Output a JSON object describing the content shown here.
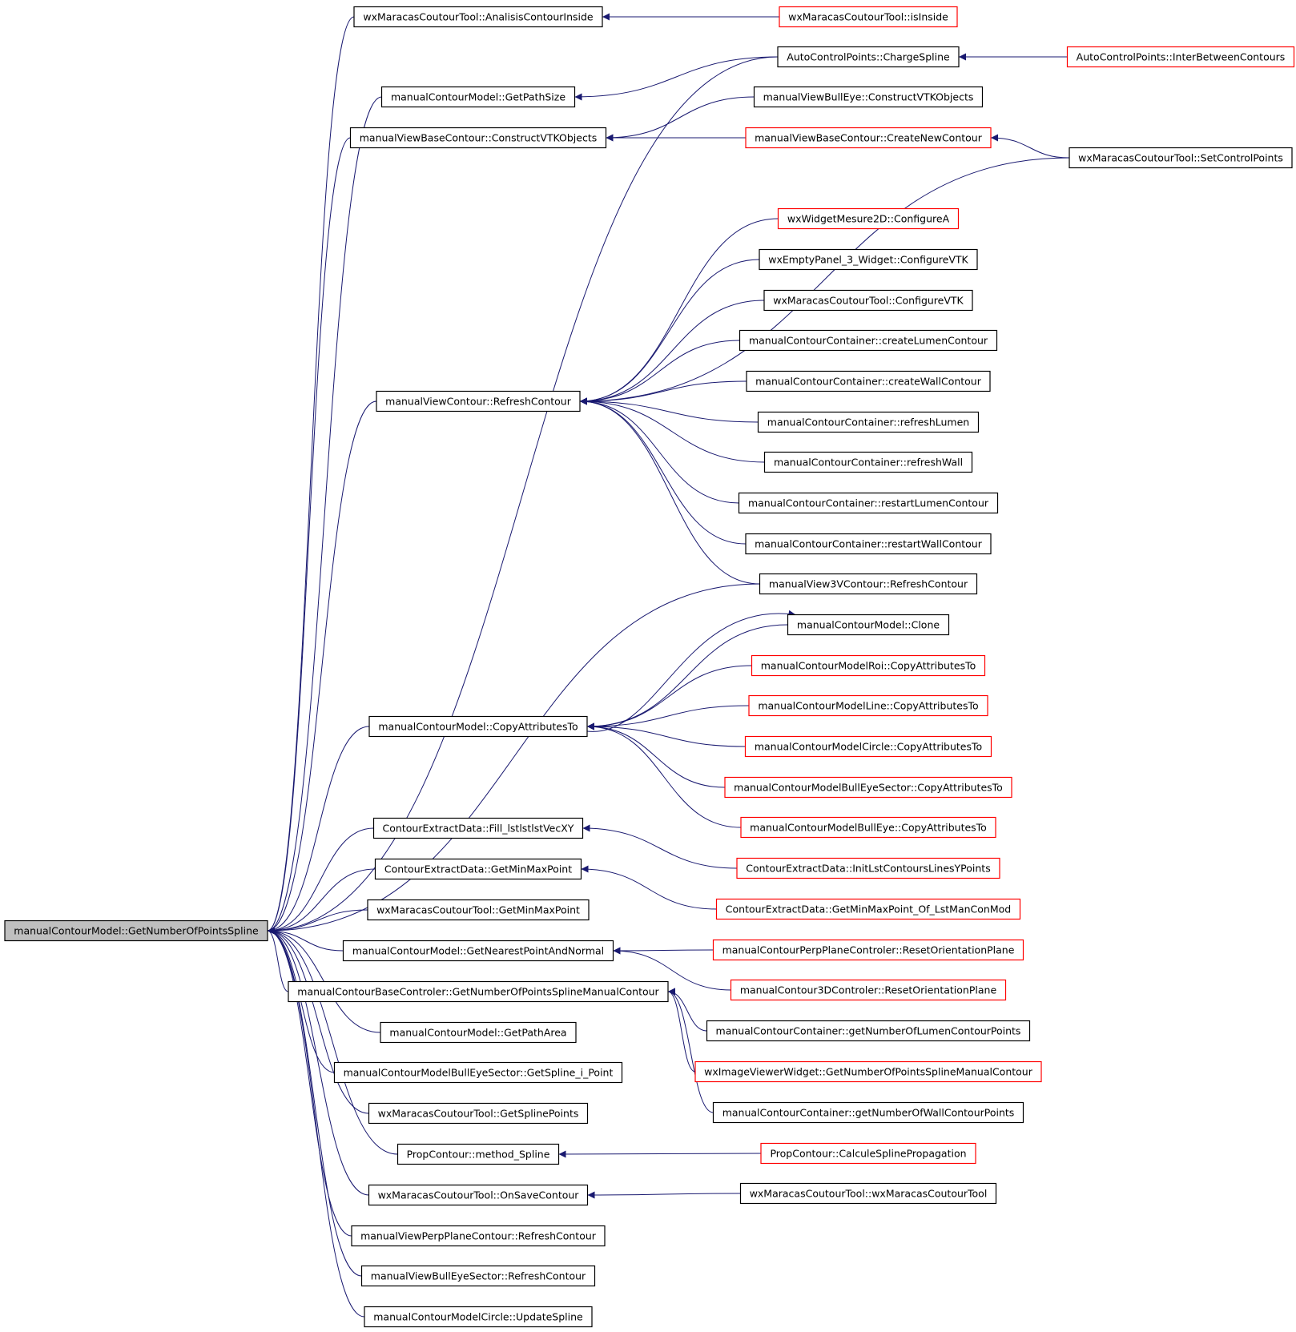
{
  "colors": {
    "edge": "#191970",
    "node_border": "#000000",
    "node_border_undocumented": "#ff0000",
    "root_fill": "#bfbfbf",
    "node_fill": "#ffffff"
  },
  "nodes": [
    {
      "id": "root",
      "label": "manualContourModel::GetNumberOfPointsSpline",
      "border": "black",
      "root": true
    },
    {
      "id": "c1",
      "label": "wxMaracasCoutourTool::AnalisisContourInside",
      "border": "black"
    },
    {
      "id": "c2",
      "label": "manualContourModel::GetPathSize",
      "border": "black"
    },
    {
      "id": "c3",
      "label": "manualViewBaseContour::ConstructVTKObjects",
      "border": "black"
    },
    {
      "id": "c4",
      "label": "manualViewContour::RefreshContour",
      "border": "black"
    },
    {
      "id": "c5",
      "label": "manualContourModel::CopyAttributesTo",
      "border": "black"
    },
    {
      "id": "c6",
      "label": "ContourExtractData::Fill_lstlstlstVecXY",
      "border": "black"
    },
    {
      "id": "c7",
      "label": "ContourExtractData::GetMinMaxPoint",
      "border": "black"
    },
    {
      "id": "c8",
      "label": "wxMaracasCoutourTool::GetMinMaxPoint",
      "border": "black"
    },
    {
      "id": "c9",
      "label": "manualContourModel::GetNearestPointAndNormal",
      "border": "black"
    },
    {
      "id": "c10",
      "label": "manualContourBaseControler::GetNumberOfPointsSplineManualContour",
      "border": "black"
    },
    {
      "id": "c11",
      "label": "manualContourModel::GetPathArea",
      "border": "black"
    },
    {
      "id": "c12",
      "label": "manualContourModelBullEyeSector::GetSpline_i_Point",
      "border": "black"
    },
    {
      "id": "c13",
      "label": "wxMaracasCoutourTool::GetSplinePoints",
      "border": "black"
    },
    {
      "id": "c14",
      "label": "PropContour::method_Spline",
      "border": "black"
    },
    {
      "id": "c15",
      "label": "wxMaracasCoutourTool::OnSaveContour",
      "border": "black"
    },
    {
      "id": "c16",
      "label": "manualViewPerpPlaneContour::RefreshContour",
      "border": "black"
    },
    {
      "id": "c17",
      "label": "manualViewBullEyeSector::RefreshContour",
      "border": "black"
    },
    {
      "id": "c18",
      "label": "manualContourModelCircle::UpdateSpline",
      "border": "black"
    },
    {
      "id": "d1",
      "label": "wxMaracasCoutourTool::isInside",
      "border": "red"
    },
    {
      "id": "d2",
      "label": "AutoControlPoints::ChargeSpline",
      "border": "black"
    },
    {
      "id": "d3",
      "label": "manualViewBullEye::ConstructVTKObjects",
      "border": "black"
    },
    {
      "id": "d4",
      "label": "manualViewBaseContour::CreateNewContour",
      "border": "red"
    },
    {
      "id": "d5",
      "label": "wxWidgetMesure2D::ConfigureA",
      "border": "red"
    },
    {
      "id": "d6",
      "label": "wxEmptyPanel_3_Widget::ConfigureVTK",
      "border": "black"
    },
    {
      "id": "d7",
      "label": "wxMaracasCoutourTool::ConfigureVTK",
      "border": "black"
    },
    {
      "id": "d8",
      "label": "manualContourContainer::createLumenContour",
      "border": "black"
    },
    {
      "id": "d9",
      "label": "manualContourContainer::createWallContour",
      "border": "black"
    },
    {
      "id": "d10",
      "label": "manualContourContainer::refreshLumen",
      "border": "black"
    },
    {
      "id": "d11",
      "label": "manualContourContainer::refreshWall",
      "border": "black"
    },
    {
      "id": "d12",
      "label": "manualContourContainer::restartLumenContour",
      "border": "black"
    },
    {
      "id": "d13",
      "label": "manualContourContainer::restartWallContour",
      "border": "black"
    },
    {
      "id": "d14",
      "label": "manualView3VContour::RefreshContour",
      "border": "black"
    },
    {
      "id": "d15",
      "label": "manualContourModel::Clone",
      "border": "black"
    },
    {
      "id": "d16",
      "label": "manualContourModelRoi::CopyAttributesTo",
      "border": "red"
    },
    {
      "id": "d17",
      "label": "manualContourModelLine::CopyAttributesTo",
      "border": "red"
    },
    {
      "id": "d18",
      "label": "manualContourModelCircle::CopyAttributesTo",
      "border": "red"
    },
    {
      "id": "d19",
      "label": "manualContourModelBullEyeSector::CopyAttributesTo",
      "border": "red"
    },
    {
      "id": "d20",
      "label": "manualContourModelBullEye::CopyAttributesTo",
      "border": "red"
    },
    {
      "id": "d21",
      "label": "ContourExtractData::InitLstContoursLinesYPoints",
      "border": "red"
    },
    {
      "id": "d22",
      "label": "ContourExtractData::GetMinMaxPoint_Of_LstManConMod",
      "border": "red"
    },
    {
      "id": "d23",
      "label": "manualContourPerpPlaneControler::ResetOrientationPlane",
      "border": "red"
    },
    {
      "id": "d24",
      "label": "manualContour3DControler::ResetOrientationPlane",
      "border": "red"
    },
    {
      "id": "d25",
      "label": "manualContourContainer::getNumberOfLumenContourPoints",
      "border": "black"
    },
    {
      "id": "d26",
      "label": "wxImageViewerWidget::GetNumberOfPointsSplineManualContour",
      "border": "red"
    },
    {
      "id": "d27",
      "label": "manualContourContainer::getNumberOfWallContourPoints",
      "border": "black"
    },
    {
      "id": "d28",
      "label": "PropContour::CalculeSplinePropagation",
      "border": "red"
    },
    {
      "id": "d29",
      "label": "wxMaracasCoutourTool::wxMaracasCoutourTool",
      "border": "black"
    },
    {
      "id": "e1",
      "label": "AutoControlPoints::InterBetweenContours",
      "border": "red"
    },
    {
      "id": "e2",
      "label": "wxMaracasCoutourTool::SetControlPoints",
      "border": "black"
    }
  ],
  "edges": [
    [
      "c1",
      "root"
    ],
    [
      "d2",
      "root"
    ],
    [
      "c2",
      "root"
    ],
    [
      "c3",
      "root"
    ],
    [
      "c4",
      "root"
    ],
    [
      "d14",
      "root"
    ],
    [
      "c5",
      "root"
    ],
    [
      "c6",
      "root"
    ],
    [
      "c7",
      "root"
    ],
    [
      "c8",
      "root"
    ],
    [
      "c9",
      "root"
    ],
    [
      "c10",
      "root"
    ],
    [
      "c11",
      "root"
    ],
    [
      "c12",
      "root"
    ],
    [
      "c13",
      "root"
    ],
    [
      "c14",
      "root"
    ],
    [
      "c15",
      "root"
    ],
    [
      "c16",
      "root"
    ],
    [
      "c17",
      "root"
    ],
    [
      "c18",
      "root"
    ],
    [
      "d1",
      "c1"
    ],
    [
      "d2",
      "c2"
    ],
    [
      "d3",
      "c3"
    ],
    [
      "d4",
      "c3"
    ],
    [
      "e2",
      "c4"
    ],
    [
      "d5",
      "c4"
    ],
    [
      "d6",
      "c4"
    ],
    [
      "d7",
      "c4"
    ],
    [
      "d8",
      "c4"
    ],
    [
      "d9",
      "c4"
    ],
    [
      "d10",
      "c4"
    ],
    [
      "d11",
      "c4"
    ],
    [
      "d12",
      "c4"
    ],
    [
      "d13",
      "c4"
    ],
    [
      "d14",
      "c4"
    ],
    [
      "d15",
      "c5"
    ],
    [
      "d16",
      "c5"
    ],
    [
      "d17",
      "c5"
    ],
    [
      "d18",
      "c5"
    ],
    [
      "d19",
      "c5"
    ],
    [
      "d20",
      "c5"
    ],
    [
      "c5",
      "d15"
    ],
    [
      "d21",
      "c6"
    ],
    [
      "d22",
      "c7"
    ],
    [
      "d23",
      "c9"
    ],
    [
      "d24",
      "c9"
    ],
    [
      "d25",
      "c10"
    ],
    [
      "d26",
      "c10"
    ],
    [
      "d27",
      "c10"
    ],
    [
      "d28",
      "c14"
    ],
    [
      "d29",
      "c15"
    ],
    [
      "e1",
      "d2"
    ],
    [
      "e2",
      "d4"
    ]
  ]
}
